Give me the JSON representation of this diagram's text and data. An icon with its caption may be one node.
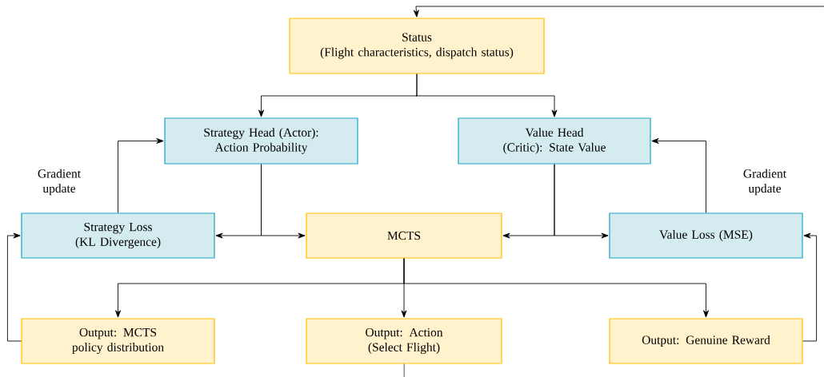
{
  "diagram": {
    "nodes": [
      {
        "text": [
          "Status",
          "(Flight characteristics, dispatch status)"
        ]
      },
      {
        "text": [
          "Strategy Head (Actor): Action Probability"
        ]
      },
      {
        "text": [
          "Value Head (Critic): State Value"
        ]
      },
      {
        "text": [
          "Strategy Loss (KL Divergence)"
        ]
      },
      {
        "text": [
          "MCTS"
        ]
      },
      {
        "text": [
          "Value Loss (MSE)"
        ]
      },
      {
        "text": [
          "Output: MCTS policy distribution"
        ]
      },
      {
        "text": [
          "Output: Action",
          "(Select Flight)"
        ]
      },
      {
        "text": [
          "Output: Genuine Reward"
        ]
      }
    ],
    "edges": [
      {
        "from": 0,
        "to": 1,
        "arrow": "to"
      },
      {
        "from": 0,
        "to": 2,
        "arrow": "to"
      },
      {
        "from": 1,
        "to": 3,
        "arrow": "to"
      },
      {
        "from": 1,
        "to": 4,
        "arrow": "to"
      },
      {
        "from": 2,
        "to": 4,
        "arrow": "to"
      },
      {
        "from": 2,
        "to": 5,
        "arrow": "to"
      },
      {
        "from": 3,
        "to": 1,
        "arrow": "to",
        "label": "Gradient update"
      },
      {
        "from": 5,
        "to": 2,
        "arrow": "to",
        "label": "Gradient update"
      },
      {
        "from": 4,
        "to": 6,
        "arrow": "to"
      },
      {
        "from": 4,
        "to": 7,
        "arrow": "to"
      },
      {
        "from": 4,
        "to": 8,
        "arrow": "to"
      },
      {
        "from": 6,
        "to": 3,
        "arrow": "to"
      },
      {
        "from": 8,
        "to": 5,
        "arrow": "to"
      },
      {
        "from": 7,
        "to": null,
        "arrow": "none"
      },
      {
        "from": null,
        "to": 0,
        "arrow": "to"
      }
    ]
  }
}
